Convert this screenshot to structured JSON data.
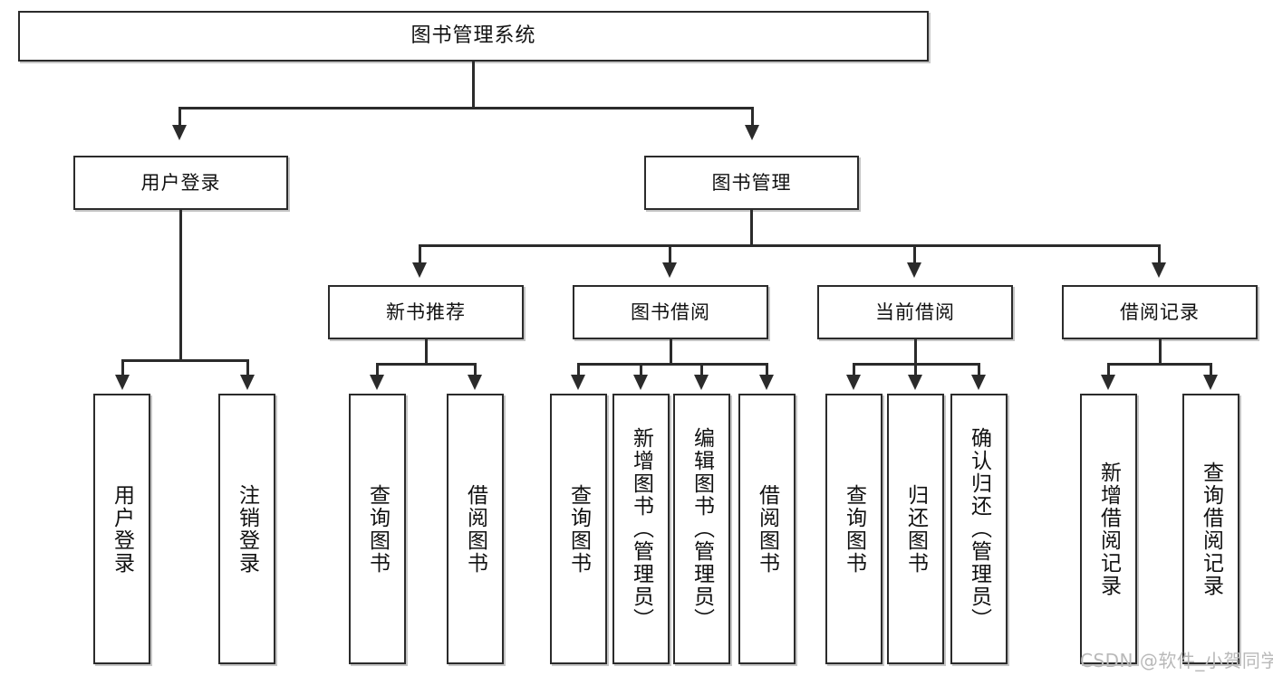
{
  "diagram": {
    "title": "图书管理系统",
    "type": "tree",
    "watermark": "CSDN @软件_小贺同学",
    "colors": {
      "border": "#2b2b2b",
      "background": "#ffffff",
      "text": "#111111",
      "watermark": "#b9b9b9"
    },
    "nodes": {
      "root": {
        "label": "图书管理系统"
      },
      "level2": [
        {
          "label": "用户登录"
        },
        {
          "label": "图书管理"
        }
      ],
      "level3": [
        {
          "label": "新书推荐"
        },
        {
          "label": "图书借阅"
        },
        {
          "label": "当前借阅"
        },
        {
          "label": "借阅记录"
        }
      ],
      "leaves": {
        "user_login": [
          {
            "label": "用户登录"
          },
          {
            "label": "注销登录"
          }
        ],
        "new_book": [
          {
            "label": "查询图书"
          },
          {
            "label": "借阅图书"
          }
        ],
        "book_borrow": [
          {
            "label": "查询图书"
          },
          {
            "label": "新增图书（管理员）"
          },
          {
            "label": "编辑图书（管理员）"
          },
          {
            "label": "借阅图书"
          }
        ],
        "current_borrow": [
          {
            "label": "查询图书"
          },
          {
            "label": "归还图书"
          },
          {
            "label": "确认归还（管理员）"
          }
        ],
        "borrow_record": [
          {
            "label": "新增借阅记录"
          },
          {
            "label": "查询借阅记录"
          }
        ]
      }
    }
  }
}
